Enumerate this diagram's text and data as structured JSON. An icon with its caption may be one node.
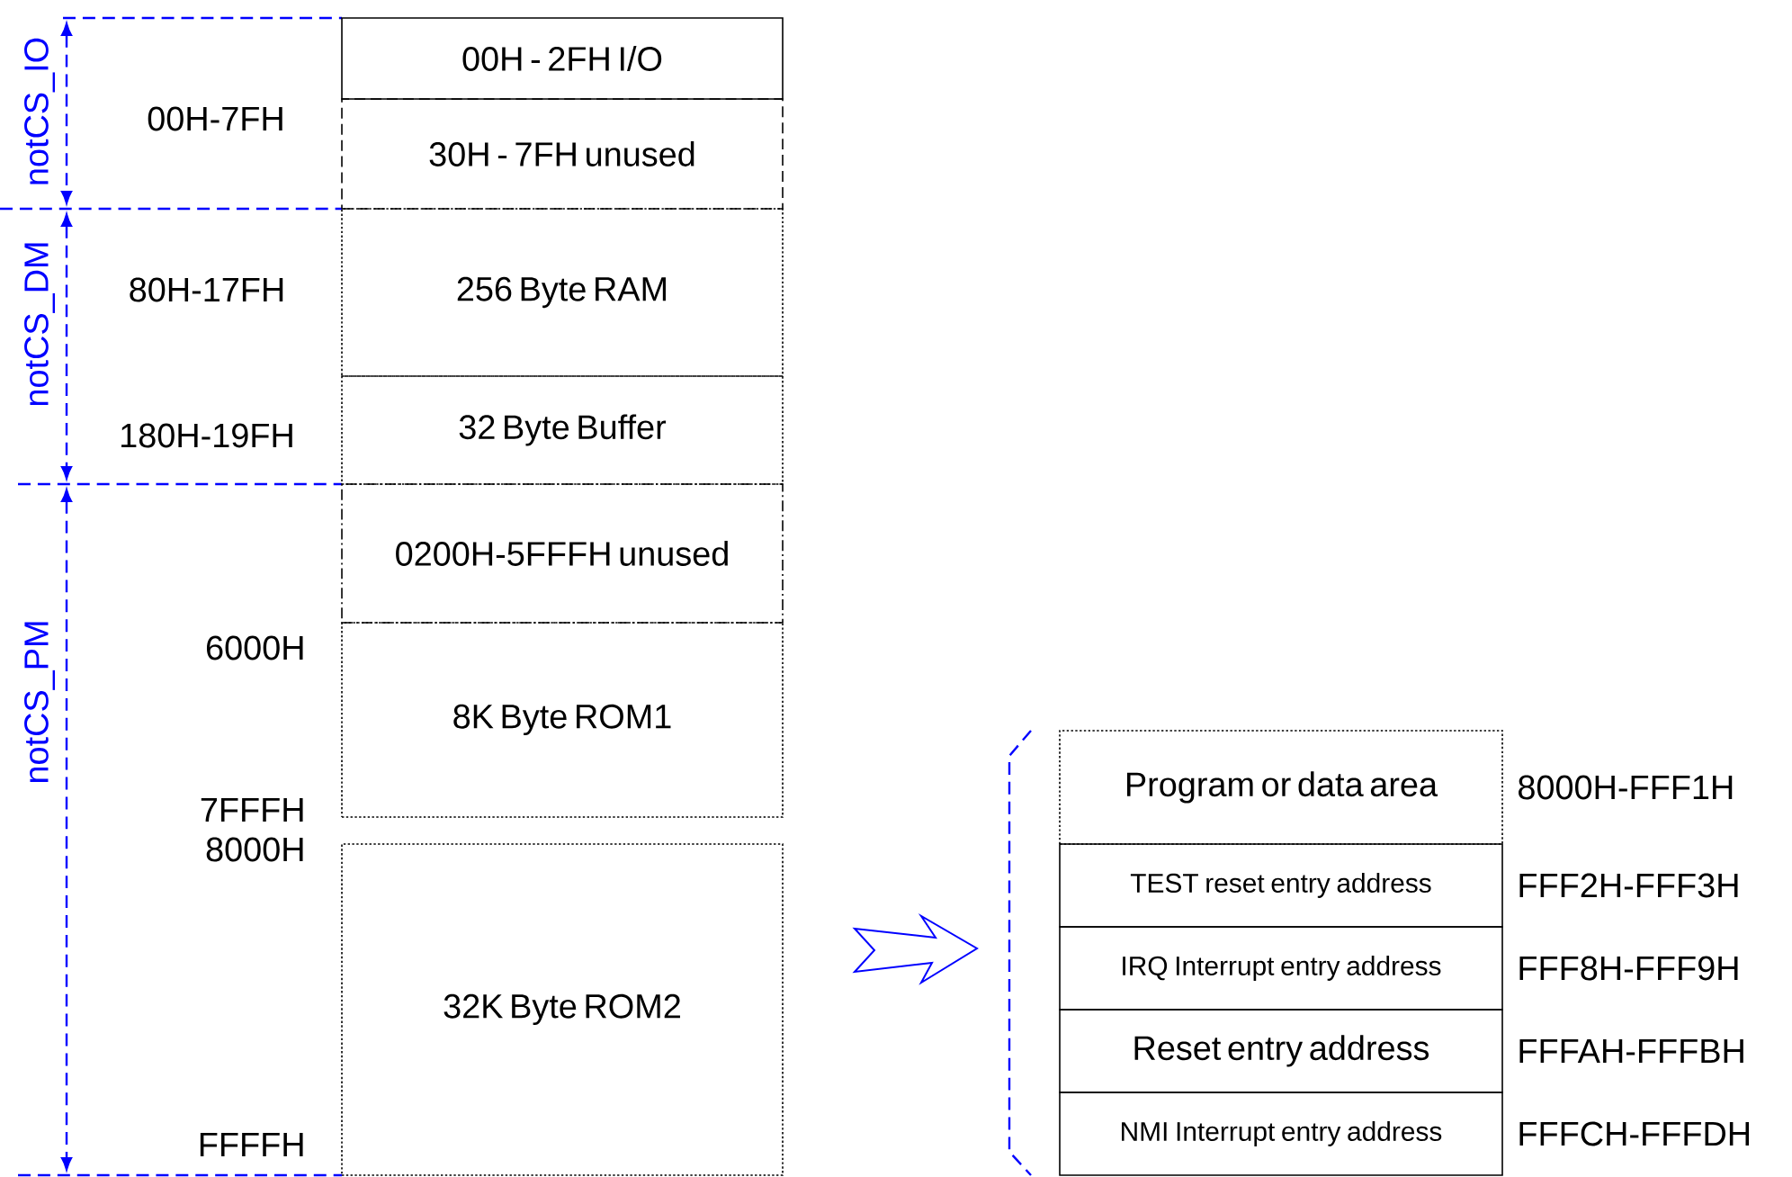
{
  "diagram": {
    "nodes": [
      {
        "text": [
          "00H - 2FH I/O"
        ]
      },
      {
        "text": [
          "30H - 7FH unused"
        ]
      },
      {
        "text": [
          "256 Byte RAM"
        ]
      },
      {
        "text": [
          "32 Byte Buffer"
        ]
      },
      {
        "text": [
          "0200H-5FFFH unused"
        ]
      },
      {
        "text": [
          "8K Byte ROM1"
        ]
      },
      {
        "text": [
          "32K Byte ROM2"
        ]
      },
      {
        "text": [
          "Program or data area"
        ],
        "beside": [
          "8000H-FFF1H"
        ]
      },
      {
        "text": [
          "TEST reset entry address"
        ],
        "beside": [
          "FFF2H-FFF3H"
        ]
      },
      {
        "text": [
          "IRQ Interrupt entry address"
        ],
        "beside": [
          "FFF8H-FFF9H"
        ]
      },
      {
        "text": [
          "Reset entry address"
        ],
        "beside": [
          "FFFAH-FFFBH"
        ]
      },
      {
        "text": [
          "NMI Interrupt entry address"
        ],
        "beside": [
          "FFFCH-FFFDH"
        ]
      }
    ],
    "labels": [
      "notCS_IO",
      "00H-7FH",
      "notCS_DM",
      "80H-17FH",
      "180H-19FH",
      "notCS_PM",
      "6000H",
      "7FFFH",
      "8000H",
      "FFFFH"
    ]
  }
}
